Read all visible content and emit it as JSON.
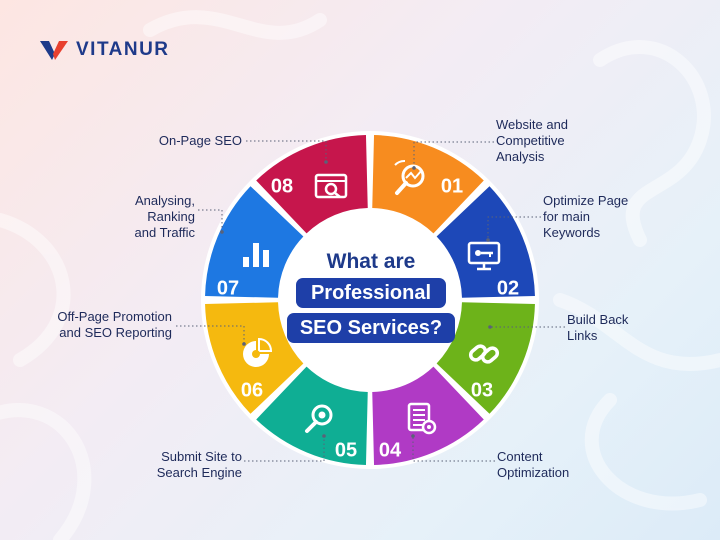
{
  "brand": {
    "name": "VITANUR"
  },
  "center": {
    "line1": "What are",
    "line2": "Professional",
    "line3": "SEO Services?"
  },
  "segments": [
    {
      "number": "01",
      "label_lines": [
        "Website and",
        "Competitive",
        "Analysis"
      ],
      "color": "#f78c1f",
      "icon": "analysis-target-icon"
    },
    {
      "number": "02",
      "label_lines": [
        "Optimize Page",
        "for main",
        "Keywords"
      ],
      "color": "#1d48b8",
      "icon": "monitor-key-icon"
    },
    {
      "number": "03",
      "label_lines": [
        "Build Back",
        "Links"
      ],
      "color": "#6db31a",
      "icon": "chain-link-icon"
    },
    {
      "number": "04",
      "label_lines": [
        "Content",
        "Optimization"
      ],
      "color": "#b03ac5",
      "icon": "document-gear-icon"
    },
    {
      "number": "05",
      "label_lines": [
        "Submit Site to",
        "Search Engine"
      ],
      "color": "#0fae94",
      "icon": "search-gear-icon"
    },
    {
      "number": "06",
      "label_lines": [
        "Off-Page Promotion",
        "and SEO Reporting"
      ],
      "color": "#f5b90f",
      "icon": "pie-chart-icon"
    },
    {
      "number": "07",
      "label_lines": [
        "Analysing,",
        "Ranking",
        "and Traffic"
      ],
      "color": "#1e78e2",
      "icon": "bar-chart-icon"
    },
    {
      "number": "08",
      "label_lines": [
        "On-Page SEO"
      ],
      "color": "#c6164c",
      "icon": "browser-search-icon"
    }
  ]
}
